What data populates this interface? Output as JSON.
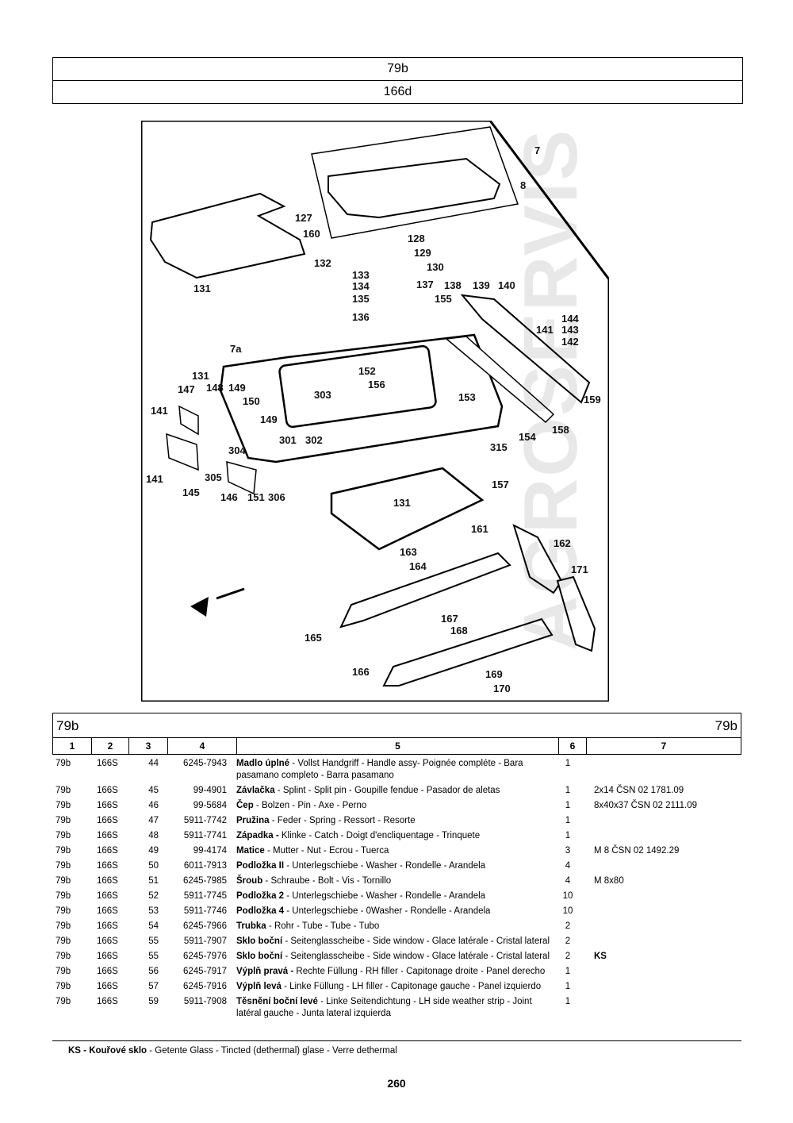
{
  "header": {
    "line1": "79b",
    "line2": "166d"
  },
  "diagram": {
    "callouts": [
      "7",
      "8",
      "127",
      "160",
      "128",
      "129",
      "130",
      "132",
      "133",
      "134",
      "135",
      "136",
      "131",
      "137",
      "138",
      "139",
      "140",
      "155",
      "144",
      "143",
      "142",
      "141",
      "7a",
      "152",
      "156",
      "153",
      "131",
      "148",
      "147",
      "149",
      "303",
      "150",
      "149",
      "301",
      "302",
      "315",
      "154",
      "158",
      "159",
      "141",
      "141",
      "145",
      "305",
      "304",
      "146",
      "151",
      "306",
      "157",
      "131",
      "161",
      "163",
      "164",
      "162",
      "171",
      "165",
      "167",
      "168",
      "166",
      "169",
      "170"
    ]
  },
  "watermark": "AGROSERVIS",
  "parts": {
    "group_left": "79b",
    "group_right": "79b",
    "columns": [
      "1",
      "2",
      "3",
      "4",
      "5",
      "6",
      "7"
    ],
    "rows": [
      {
        "c1": "79b",
        "c2": "166S",
        "c3": "44",
        "c4": "6245-7943",
        "name": "Madlo úplné",
        "desc": " - Vollst Handgriff - Handle assy- Poignée compléte - Bara pasamano completo - Barra pasamano",
        "qty": "1",
        "note": "",
        "note_bold": false
      },
      {
        "c1": "79b",
        "c2": "166S",
        "c3": "45",
        "c4": "99-4901",
        "name": "Závlačka",
        "desc": " - Splint - Split pin - Goupille fendue - Pasador de aletas",
        "qty": "1",
        "note": "2x14 ČSN 02 1781.09",
        "note_bold": false
      },
      {
        "c1": "79b",
        "c2": "166S",
        "c3": "46",
        "c4": "99-5684",
        "name": "Čep",
        "desc": " - Bolzen - Pin - Axe - Perno",
        "qty": "1",
        "note": "8x40x37 ČSN 02 2111.09",
        "note_bold": false
      },
      {
        "c1": "79b",
        "c2": "166S",
        "c3": "47",
        "c4": "5911-7742",
        "name": "Pružina",
        "desc": " - Feder - Spring - Ressort - Resorte",
        "qty": "1",
        "note": "",
        "note_bold": false
      },
      {
        "c1": "79b",
        "c2": "166S",
        "c3": "48",
        "c4": "5911-7741",
        "name": "Západka -",
        "desc": " Klinke - Catch - Doigt d'encliquentage - Trinquete",
        "qty": "1",
        "note": "",
        "note_bold": false
      },
      {
        "c1": "79b",
        "c2": "166S",
        "c3": "49",
        "c4": "99-4174",
        "name": "Matice",
        "desc": " - Mutter - Nut - Ecrou - Tuerca",
        "qty": "3",
        "note": "M 8 ČSN 02 1492.29",
        "note_bold": false
      },
      {
        "c1": "79b",
        "c2": "166S",
        "c3": "50",
        "c4": "6011-7913",
        "name": "Podložka II",
        "desc": " - Unterlegschiebe - Washer - Rondelle - Arandela",
        "qty": "4",
        "note": "",
        "note_bold": false
      },
      {
        "c1": "79b",
        "c2": "166S",
        "c3": "51",
        "c4": "6245-7985",
        "name": "Šroub",
        "desc": " - Schraube - Bolt - Vis - Tornillo",
        "qty": "4",
        "note": "M 8x80",
        "note_bold": false
      },
      {
        "c1": "79b",
        "c2": "166S",
        "c3": "52",
        "c4": "5911-7745",
        "name": "Podložka 2",
        "desc": " - Unterlegschiebe - Washer - Rondelle - Arandela",
        "qty": "10",
        "note": "",
        "note_bold": false
      },
      {
        "c1": "79b",
        "c2": "166S",
        "c3": "53",
        "c4": "5911-7746",
        "name": "Podložka 4",
        "desc": " - Unterlegschiebe - 0Washer - Rondelle - Arandela",
        "qty": "10",
        "note": "",
        "note_bold": false
      },
      {
        "c1": "79b",
        "c2": "166S",
        "c3": "54",
        "c4": "6245-7966",
        "name": "Trubka",
        "desc": " - Rohr - Tube - Tube - Tubo",
        "qty": "2",
        "note": "",
        "note_bold": false
      },
      {
        "c1": "79b",
        "c2": "166S",
        "c3": "55",
        "c4": "5911-7907",
        "name": "Sklo boční",
        "desc": " - Seitenglasscheibe - Side window - Glace latérale - Cristal lateral",
        "qty": "2",
        "note": "",
        "note_bold": false
      },
      {
        "c1": "79b",
        "c2": "166S",
        "c3": "55",
        "c4": "6245-7976",
        "name": "Sklo boční",
        "desc": " - Seitenglasscheibe - Side window - Glace latérale - Cristal lateral",
        "qty": "2",
        "note": "KS",
        "note_bold": true
      },
      {
        "c1": "79b",
        "c2": "166S",
        "c3": "56",
        "c4": "6245-7917",
        "name": "Výplň pravá -",
        "desc": " Rechte Füllung - RH filler - Capitonage droite - Panel derecho",
        "qty": "1",
        "note": "",
        "note_bold": false
      },
      {
        "c1": "79b",
        "c2": "166S",
        "c3": "57",
        "c4": "6245-7916",
        "name": "Výplň levá",
        "desc": " - Linke Füllung - LH filler - Capitonage gauche - Panel izquierdo",
        "qty": "1",
        "note": "",
        "note_bold": false
      },
      {
        "c1": "79b",
        "c2": "166S",
        "c3": "59",
        "c4": "5911-7908",
        "name": "Těsnění boční levé",
        "desc": " - Linke Seitendichtung - LH side weather strip - Joint latéral gauche - Junta lateral izquierda",
        "qty": "1",
        "note": "",
        "note_bold": false
      }
    ]
  },
  "footnote": {
    "term": "KS - Kouřové sklo",
    "text": " - Getente Glass - Tincted (dethermal) glase - Verre dethermal"
  },
  "page_number": "260"
}
